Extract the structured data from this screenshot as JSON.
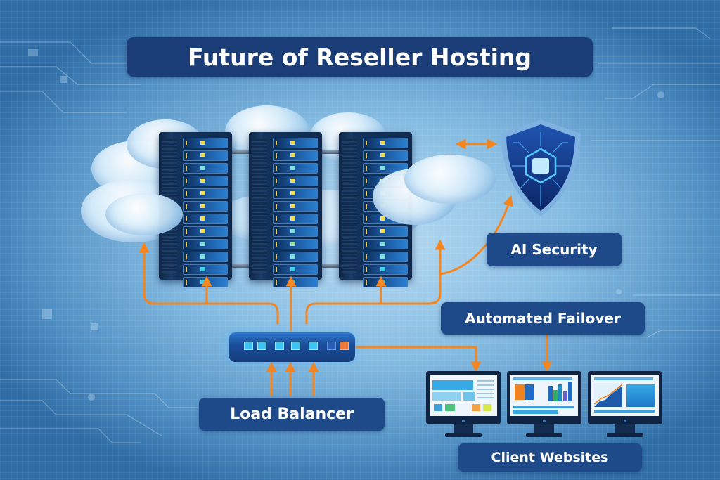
{
  "title": "Future of Reseller Hosting",
  "labels": {
    "ai_security": "AI Security",
    "automated_failover": "Automated Failover",
    "load_balancer": "Load Balancer",
    "client_websites": "Client Websites"
  },
  "components": {
    "servers": [
      "server-rack",
      "server-rack",
      "server-rack"
    ],
    "shield": "shield-circuit-icon",
    "switch": "network-switch-icon",
    "monitors": [
      "website-dashboard",
      "analytics-bar-chart",
      "analytics-line-chart"
    ]
  },
  "colors": {
    "label_bg": "#1f4a8a",
    "title_bg": "#1a3d78",
    "arrow": "#f5851f",
    "background": "#86bde3"
  }
}
